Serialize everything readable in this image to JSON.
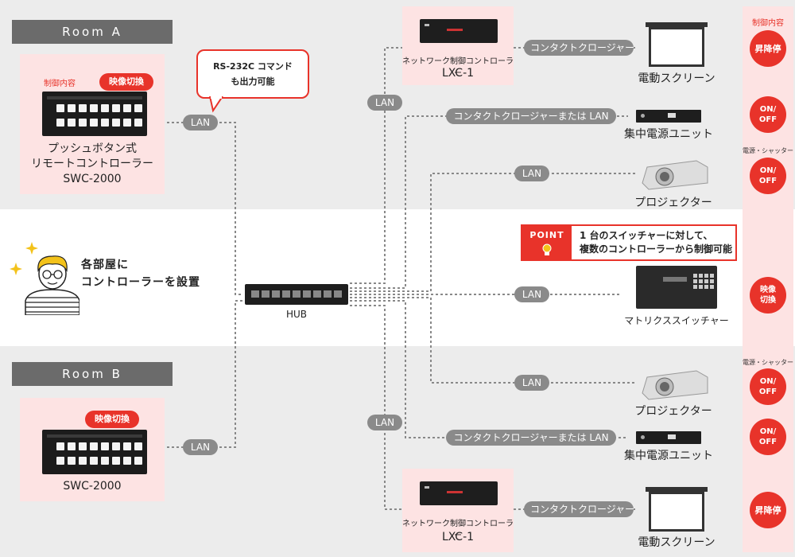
{
  "room_a": {
    "title": "Room A",
    "controller_tag": "制御内容",
    "controller_badge": "映像切換",
    "controller_name_lines": [
      "プッシュボタン式",
      "リモートコントローラー",
      "SWC-2000"
    ],
    "lan_label": "LAN",
    "callout_lines": [
      "RS-232C コマンド",
      "も出力可能"
    ]
  },
  "room_b": {
    "title": "Room B",
    "controller_badge": "映像切換",
    "controller_name": "SWC-2000",
    "lan_label": "LAN"
  },
  "center": {
    "person_text_lines": [
      "各部屋に",
      "コントローラーを設置"
    ],
    "hub_label": "HUB",
    "point_tag": "POINT",
    "point_text_lines": [
      "1 台のスイッチャーに対して、",
      "複数のコントローラーから制御可能"
    ]
  },
  "lan_pills": {
    "top": "LAN",
    "bottom": "LAN",
    "projector_a": "LAN",
    "switcher": "LAN",
    "projector_b": "LAN",
    "power_a": "コンタクトクロージャーまたは LAN",
    "power_b": "コンタクトクロージャーまたは LAN",
    "screen_a": "コンタクトクロージャー",
    "screen_b": "コンタクトクロージャー"
  },
  "devices": {
    "lxc_a_caption": "ネットワーク制御コントローラー",
    "lxc_a_name": "LXC-1",
    "lxc_b_caption": "ネットワーク制御コントローラー",
    "lxc_b_name": "LXC-1",
    "screen_a": "電動スクリーン",
    "screen_b": "電動スクリーン",
    "power_a": "集中電源ユニット",
    "power_b": "集中電源ユニット",
    "projector_a": "プロジェクター",
    "projector_b": "プロジェクター",
    "switcher": "マトリクススイッチャー"
  },
  "control_column": {
    "header": "制御内容",
    "screen_a": "昇降停",
    "power_a_lines": [
      "ON/",
      "OFF"
    ],
    "projector_a_caption": "電源・シャッター",
    "projector_a_lines": [
      "ON/",
      "OFF"
    ],
    "switcher_lines": [
      "映像",
      "切換"
    ],
    "projector_b_caption": "電源・シャッター",
    "projector_b_lines": [
      "ON/",
      "OFF"
    ],
    "power_b_lines": [
      "ON/",
      "OFF"
    ],
    "screen_b": "昇降停"
  },
  "colors": {
    "accent": "#e8332a",
    "band": "#ececec",
    "pink": "#fde3e3",
    "pill": "#8a8a8a"
  }
}
